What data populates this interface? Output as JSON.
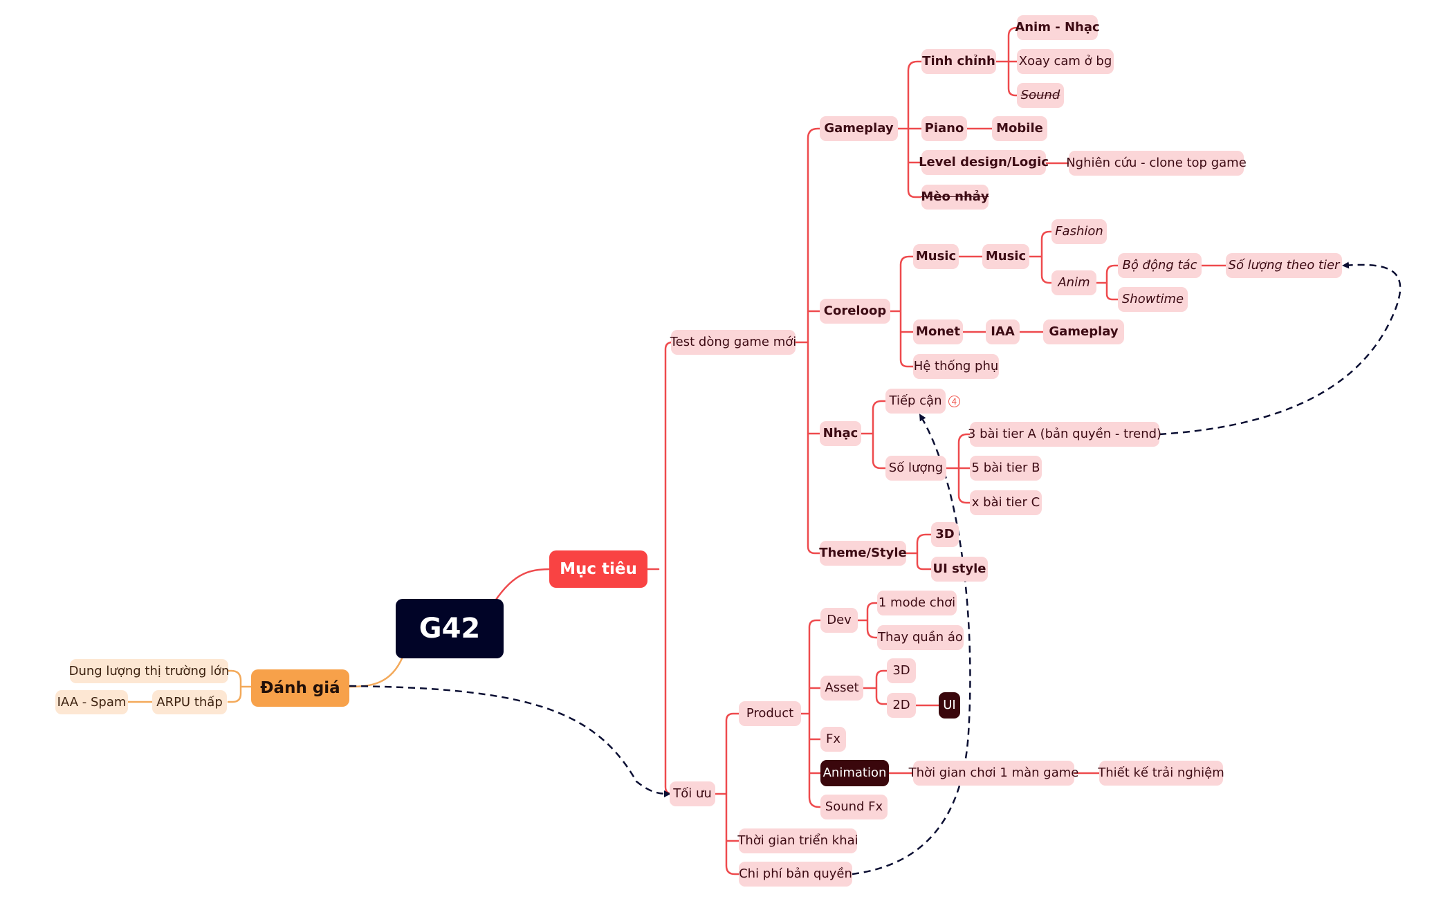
{
  "root": "G42",
  "muc_tieu": {
    "label": "Mục tiêu",
    "test": {
      "label": "Test dòng game mới",
      "gameplay": {
        "label": "Gameplay",
        "tinh_chinh": {
          "label": "Tinh chỉnh",
          "children": [
            "Anim - Nhạc",
            "Xoay cam ở bg",
            "Sound"
          ]
        },
        "piano": {
          "label": "Piano",
          "child": "Mobile"
        },
        "level_design": {
          "label": "Level design/Logic",
          "child": "Nghiên cứu - clone top game"
        },
        "meo_nhay": "Mèo nhảy"
      },
      "coreloop": {
        "label": "Coreloop",
        "music": {
          "label": "Music",
          "sub": "Music",
          "fashion": "Fashion",
          "anim": "Anim",
          "bo_dong_tac": "Bộ động tác",
          "so_luong_theo_tier": "Số lượng theo tier",
          "showtime": "Showtime"
        },
        "monet": {
          "label": "Monet",
          "iaa": "IAA",
          "gameplay": "Gameplay"
        },
        "he_thong_phu": "Hệ thống phụ"
      },
      "nhac": {
        "label": "Nhạc",
        "tiep_can": "Tiếp cận",
        "tiep_can_count": "4",
        "so_luong": "Số lượng",
        "tiers": [
          "3 bài tier A (bản quyền - trend)",
          "5 bài tier B",
          "x bài tier C"
        ]
      },
      "theme": {
        "label": "Theme/Style",
        "children": [
          "3D",
          "UI style"
        ]
      }
    },
    "toi_uu": {
      "label": "Tối ưu",
      "product": {
        "label": "Product",
        "dev": {
          "label": "Dev",
          "children": [
            "1 mode chơi",
            "Thay quần áo"
          ]
        },
        "asset": {
          "label": "Asset",
          "d3": "3D",
          "d2": "2D",
          "ui": "UI"
        },
        "fx": "Fx",
        "animation": {
          "label": "Animation",
          "thoi_gian_choi": "Thời gian chơi 1 màn game",
          "thiet_ke": "Thiết kế trải nghiệm"
        },
        "sound_fx": "Sound Fx"
      },
      "thoi_gian_trien_khai": "Thời gian triển khai",
      "chi_phi_ban_quyen": "Chi phí bản quyền"
    }
  },
  "danh_gia": {
    "label": "Đánh giá",
    "dung_luong": "Dung lượng thị trường lớn",
    "arpu": "ARPU thấp",
    "iaa_spam": "IAA - Spam"
  },
  "colors": {
    "root": "#010427",
    "main_red": "#f94343",
    "main_orange": "#f7a14a",
    "branch_red": "#ee4a4d",
    "branch_orange": "#f3a95a",
    "node_pink": "#fbd6d8",
    "node_peach": "#fde7d3",
    "node_dark": "#3a070c",
    "relation": "#0b0f33"
  }
}
